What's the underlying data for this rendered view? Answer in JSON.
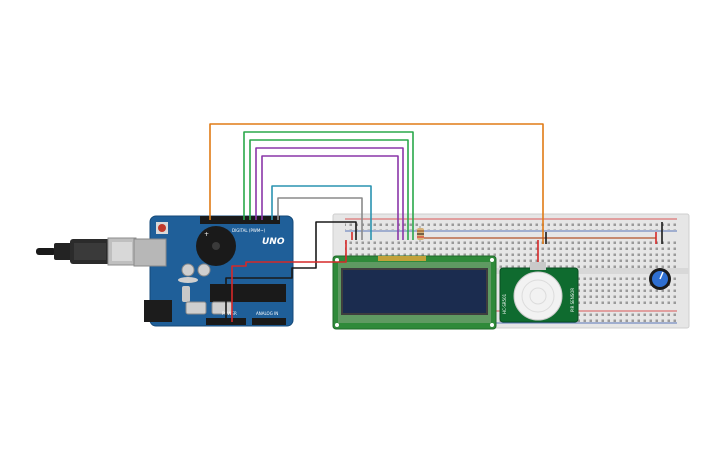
{
  "arduino": {
    "model_label": "UNO",
    "digital_label": "DIGITAL (PWM~)",
    "power_label": "POWER",
    "analog_label": "ANALOG IN",
    "body_color": "#1f5f99"
  },
  "pir": {
    "label_left": "HC-SR501",
    "label_right": "PIR SENSOR",
    "board_color": "#0f6b2f"
  },
  "lcd": {
    "pcb_color": "#2f8a3a",
    "screen_color": "#1b2c4f"
  },
  "wire_colors": {
    "orange": "#e07b16",
    "green": "#2aa84a",
    "purple": "#8a36a8",
    "teal": "#2a93b0",
    "gray": "#8a8a8a",
    "black": "#1a1a1a",
    "red": "#d62828"
  }
}
